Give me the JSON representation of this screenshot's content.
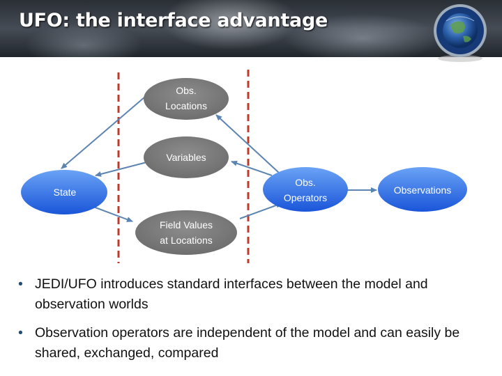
{
  "header": {
    "title": "UFO: the interface advantage"
  },
  "diagram": {
    "nodes": {
      "obs_locations": "Obs.\nLocations",
      "variables": "Variables",
      "state": "State",
      "obs_operators": "Obs.\nOperators",
      "observations": "Observations",
      "field_values": "Field Values\nat Locations"
    },
    "colors": {
      "grey_node": "#7f7f7f",
      "blue_node": "#2e6fe6",
      "arrow": "#5b84b1",
      "divider": "#c0392b"
    }
  },
  "bullets": [
    "JEDI/UFO introduces standard interfaces between the model and observation worlds",
    "Observation operators are independent of the model and can easily be shared, exchanged, compared"
  ],
  "icons": {
    "bullet": "•",
    "logo": "jcsda-globe-logo-icon"
  }
}
